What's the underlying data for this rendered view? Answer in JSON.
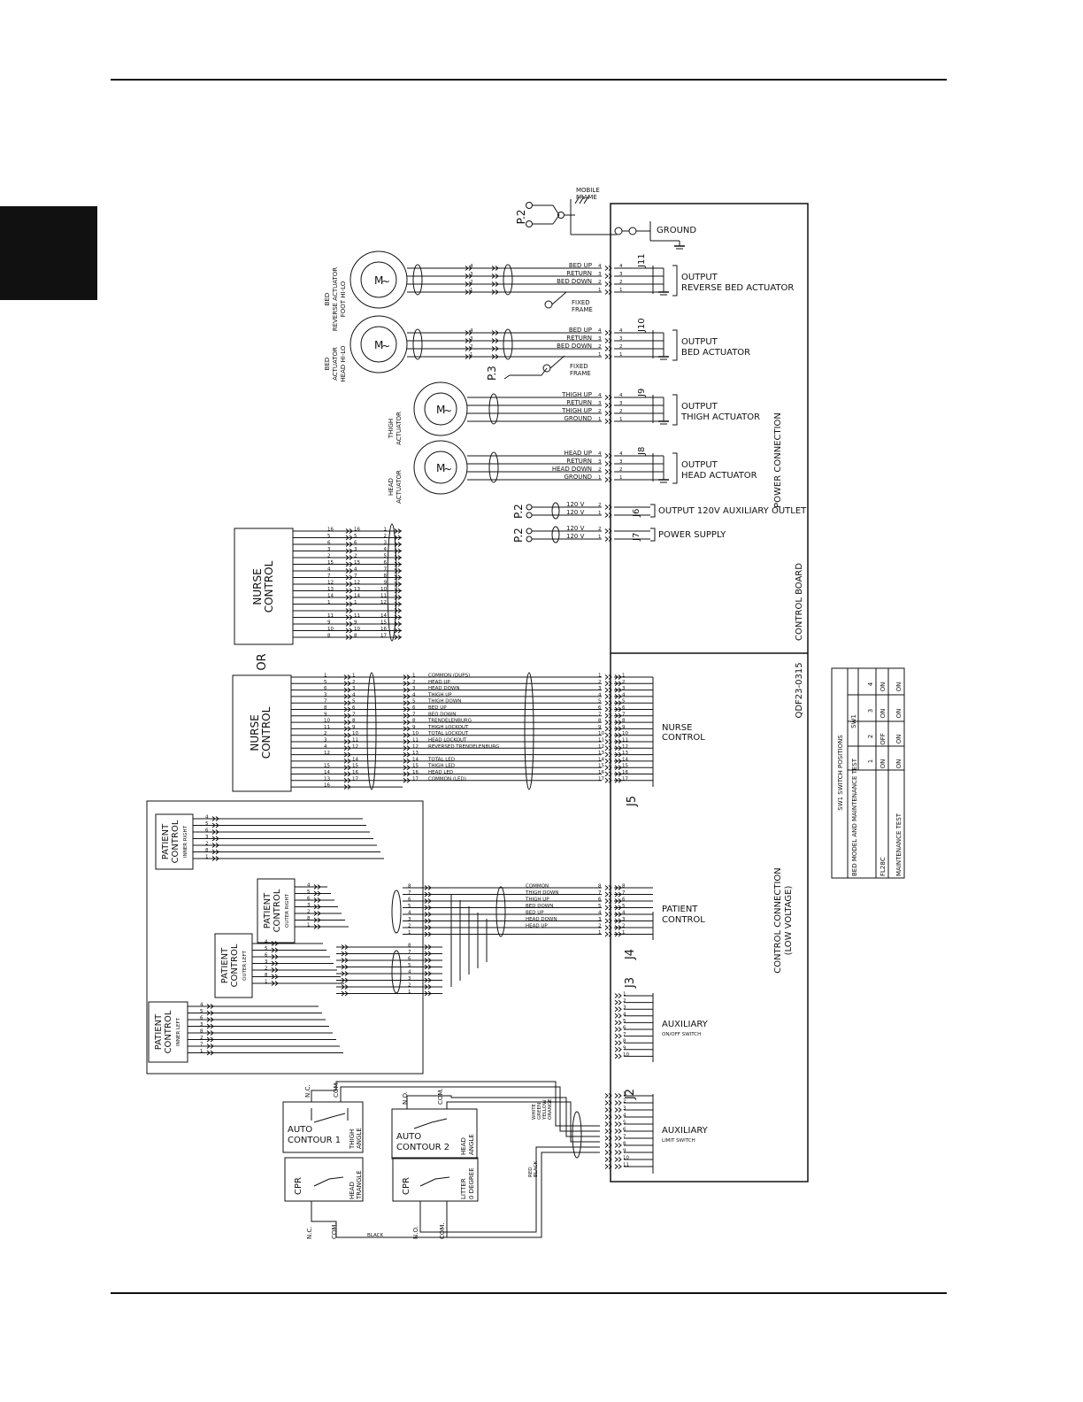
{
  "diagram": {
    "board": {
      "power_connection": "POWER CONNECTION",
      "control_board": "CONTROL BOARD",
      "board_number": "QDF23-0315",
      "control_connection": "CONTROL CONNECTION",
      "low_voltage": "(LOW VOLTAGE)"
    },
    "top": {
      "p2": "P.2",
      "mobile_frame_1": "MOBILE",
      "mobile_frame_2": "FRAME",
      "ground": "GROUND"
    },
    "actuators": [
      {
        "id": "j11",
        "jack": "J11",
        "motor_lines": [
          "BED",
          "REVERSE ACTUATOR",
          "FOOT HI-LO"
        ],
        "pins": [
          "BED UP",
          "RETURN",
          "BED DOWN",
          ""
        ],
        "output_1": "OUTPUT",
        "output_2": "REVERSE BED ACTUATOR",
        "fixed_1": "FIXED",
        "fixed_2": "FRAME"
      },
      {
        "id": "j10",
        "jack": "J10",
        "motor_lines": [
          "BED",
          "ACTUATOR",
          "HEAD HI-LO"
        ],
        "pins": [
          "BED UP",
          "RETURN",
          "BED DOWN",
          ""
        ],
        "output_1": "OUTPUT",
        "output_2": "BED ACTUATOR",
        "fixed_1": "FIXED",
        "fixed_2": "FRAME",
        "p3": "P.3"
      },
      {
        "id": "j9",
        "jack": "J9",
        "motor_lines": [
          "THIGH",
          "ACTUATOR"
        ],
        "pins": [
          "THIGH UP",
          "RETURN",
          "THIGH UP",
          "GROUND"
        ],
        "output_1": "OUTPUT",
        "output_2": "THIGH ACTUATOR"
      },
      {
        "id": "j8",
        "jack": "J8",
        "motor_lines": [
          "HEAD",
          "ACTUATOR"
        ],
        "pins": [
          "HEAD UP",
          "RETURN",
          "HEAD DOWN",
          "GROUND"
        ],
        "output_1": "OUTPUT",
        "output_2": "HEAD ACTUATOR"
      }
    ],
    "power": [
      {
        "jack": "J6",
        "p": "P.2",
        "v1": "120 V",
        "v2": "120 V",
        "label": "OUTPUT 120V AUXILIARY OUTLET"
      },
      {
        "jack": "J7",
        "p": "P.2",
        "v1": "120 V",
        "v2": "120 V",
        "label": "POWER SUPPLY"
      }
    ],
    "nurse_top": {
      "title_1": "NURSE",
      "title_2": "CONTROL",
      "left_pins": [
        "16",
        "5",
        "6",
        "3",
        "2",
        "15",
        "4",
        "7",
        "12",
        "13",
        "14",
        "1",
        "",
        "11",
        "9",
        "10",
        "8"
      ],
      "mid_pins": [
        "16",
        "5",
        "6",
        "3",
        "2",
        "15",
        "4",
        "7",
        "12",
        "13",
        "14",
        "1",
        "",
        "11",
        "9",
        "10",
        "8"
      ],
      "right_pins": [
        "1",
        "2",
        "3",
        "4",
        "5",
        "6",
        "7",
        "8",
        "9",
        "10",
        "11",
        "12",
        "",
        "14",
        "15",
        "16",
        "17"
      ]
    },
    "or_label": "OR",
    "nurse_bottom": {
      "title_1": "NURSE",
      "title_2": "CONTROL",
      "left_pins": [
        "1",
        "5",
        "6",
        "3",
        "7",
        "8",
        "9",
        "10",
        "11",
        "2",
        "3",
        "4",
        "12",
        "",
        "15",
        "14",
        "13",
        "16"
      ],
      "mid_pins": [
        "1",
        "2",
        "3",
        "4",
        "5",
        "6",
        "7",
        "8",
        "9",
        "10",
        "11",
        "12",
        "",
        "14",
        "15",
        "16",
        "17"
      ],
      "functions": [
        "COMMON (DUPS)",
        "HEAD UP",
        "HEAD DOWN",
        "THIGH UP",
        "THIGH DOWN",
        "BED UP",
        "BED DOWN",
        "TRENDELENBURG",
        "THIGH LOCKOUT",
        "TOTAL LOCKOUT",
        "HEAD LOCKOUT",
        "REVERSED TRENDELENBURG",
        "",
        "TOTAL LED",
        "THIGH LED",
        "HEAD LED",
        "COMMON (LED)"
      ],
      "right_pins": [
        "1",
        "2",
        "3",
        "4",
        "5",
        "6",
        "7",
        "8",
        "9",
        "10",
        "11",
        "12",
        "13",
        "14",
        "15",
        "16",
        "17"
      ],
      "jack": "J5",
      "label_1": "NURSE",
      "label_2": "CONTROL"
    },
    "patient": {
      "controls": [
        {
          "id": "inner-right",
          "title_1": "PATIENT",
          "title_2": "CONTROL",
          "sub": "INNER RIGHT",
          "pins": [
            "4",
            "5",
            "6",
            "3",
            "2",
            "8",
            "1"
          ]
        },
        {
          "id": "outer-right",
          "title_1": "PATIENT",
          "title_2": "CONTROL",
          "sub": "OUTER RIGHT",
          "pins": [
            "4",
            "5",
            "6",
            "3",
            "2",
            "8",
            "1"
          ]
        },
        {
          "id": "outer-left",
          "title_1": "PATIENT",
          "title_2": "CONTROL",
          "sub": "OUTER LEFT",
          "pins": [
            "4",
            "5",
            "6",
            "3",
            "2",
            "8",
            "1"
          ]
        },
        {
          "id": "inner-left",
          "title_1": "PATIENT",
          "title_2": "CONTROL",
          "sub": "INNER LEFT",
          "pins": [
            "4",
            "5",
            "6",
            "3",
            "8",
            "2",
            "7",
            "1"
          ]
        }
      ],
      "functions": [
        "COMMON",
        "THIGH DOWN",
        "THIGH UP",
        "BED DOWN",
        "BED UP",
        "HEAD DOWN",
        "HEAD UP"
      ],
      "jack_pins": [
        "8",
        "7",
        "6",
        "5",
        "4",
        "3",
        "2",
        "1"
      ],
      "jack": "J4",
      "label_1": "PATIENT",
      "label_2": "CONTROL"
    },
    "aux_onoff": {
      "jack": "J3",
      "pins": [
        "1",
        "2",
        "3",
        "4",
        "5",
        "6",
        "7",
        "8",
        "9",
        "10"
      ],
      "label_1": "AUXILIARY",
      "label_2": "ON/OFF SWITCH"
    },
    "aux_limit": {
      "jack": "J2",
      "pins": [
        "1",
        "2",
        "3",
        "4",
        "5",
        "6",
        "7",
        "8",
        "9",
        "10",
        "11"
      ],
      "label_1": "AUXILIARY",
      "label_2": "LIMIT SWITCH",
      "wire_colors": [
        "WHITE",
        "GREEN",
        "YELLOW",
        "ORANGE"
      ],
      "wire_colors_2": [
        "RED",
        "BLACK"
      ]
    },
    "switches": {
      "auto1": {
        "nc": "N.C.",
        "com": "COM.",
        "title_1": "AUTO",
        "title_2": "CONTOUR 1",
        "side_1": "THIGH",
        "side_2": "ANGLE"
      },
      "auto2": {
        "nc": "N.O.",
        "com": "COM.",
        "title_1": "AUTO",
        "title_2": "CONTOUR 2",
        "side_1": "HEAD",
        "side_2": "ANGLE"
      },
      "cpr1": {
        "nc": "N.C.",
        "com": "COM.",
        "title": "CPR",
        "side_1": "HEAD",
        "side_2": "TRANGLE"
      },
      "cpr2": {
        "nc": "N.O.",
        "com": "COM.",
        "title": "CPR",
        "side_1": "LITTER",
        "side_2": "0 DEGREE"
      },
      "black": "BLACK"
    },
    "sw1_table": {
      "title": "SW1 SWITCH POSITIONS",
      "col_header": "BED MODEL AND MAINTENANCE TEST",
      "sw_header": "SW1",
      "switch_numbers": [
        "1",
        "2",
        "3",
        "4"
      ],
      "rows": [
        {
          "label": "FL28C",
          "values": [
            "ON",
            "OFF",
            "ON",
            "ON"
          ]
        },
        {
          "label": "MAINTENANCE TEST",
          "values": [
            "ON",
            "ON",
            "ON",
            "ON"
          ]
        }
      ]
    }
  }
}
